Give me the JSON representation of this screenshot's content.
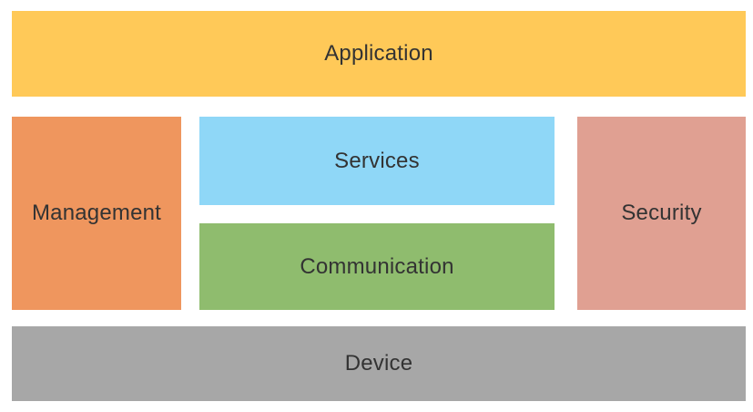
{
  "layers": {
    "application": {
      "label": "Application",
      "color": "#FFC958"
    },
    "management": {
      "label": "Management",
      "color": "#EF965E"
    },
    "services": {
      "label": "Services",
      "color": "#8FD7F7"
    },
    "communication": {
      "label": "Communication",
      "color": "#8FBC6E"
    },
    "security": {
      "label": "Security",
      "color": "#E0A092"
    },
    "device": {
      "label": "Device",
      "color": "#A7A7A7"
    }
  }
}
